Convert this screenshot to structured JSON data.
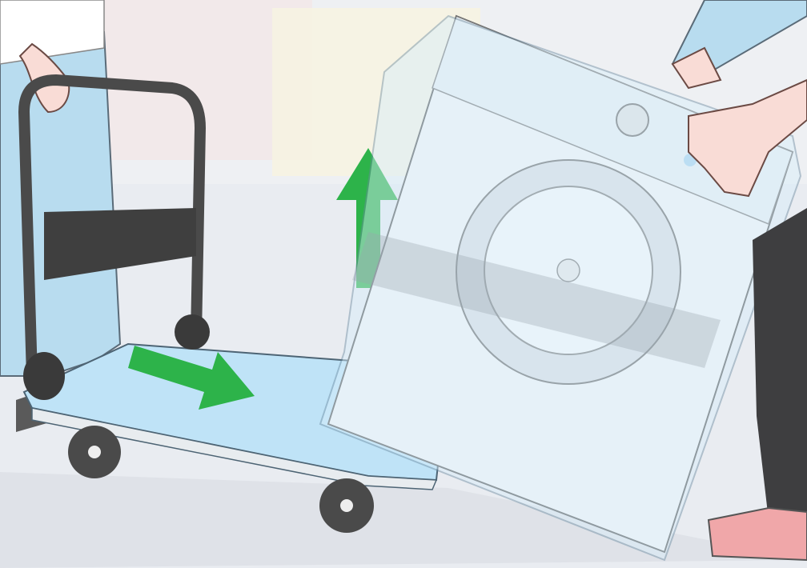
{
  "scene": {
    "subject": "moving-washing-machine-onto-hand-truck",
    "colors": {
      "background": "#eef0f3",
      "floor": "#e6e9ee",
      "arrow": "#2db34a",
      "truck_platform": "#bfe3f7",
      "truck_frame": "#4a4a4a",
      "wrap": "#d7eefb",
      "skin": "#f9dcd6",
      "jeans": "#b8dcef",
      "dark_pants": "#3e3e40",
      "shoe": "#f0a7a9"
    },
    "arrows": [
      {
        "name": "arrow-up",
        "direction": "up"
      },
      {
        "name": "arrow-right",
        "direction": "right-down"
      }
    ]
  }
}
